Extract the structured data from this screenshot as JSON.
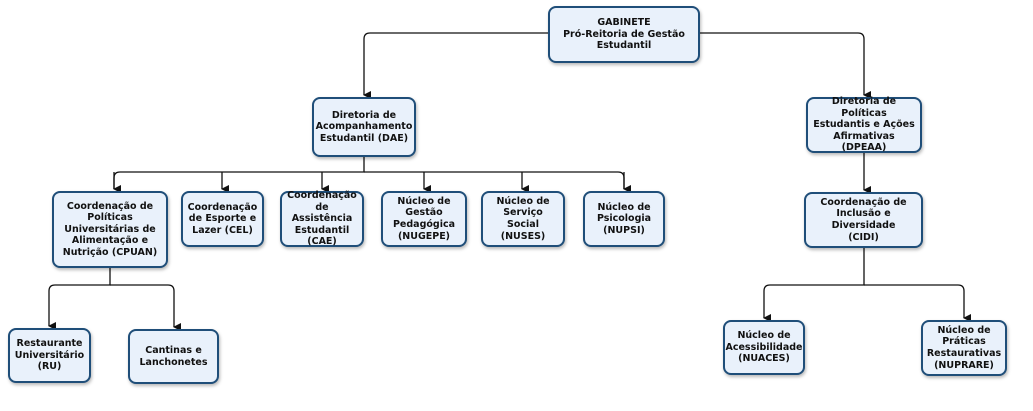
{
  "colors": {
    "box_fill": "#e9f1fb",
    "box_border": "#1f4e79",
    "connector": "#111111",
    "text": "#111111"
  },
  "nodes": {
    "gabinete": "GABINETE\nPró-Reitoria de Gestão\nEstudantil",
    "dae": "Diretoria de\nAcompanhamento\nEstudantil (DAE)",
    "dpeaa": "Diretoria de Políticas\nEstudantis e Ações\nAfirmativas (DPEAA)",
    "cpuan": "Coordenação de\nPolíticas\nUniversitárias de\nAlimentação e\nNutrição (CPUAN)",
    "cel": "Coordenação\nde Esporte e\nLazer (CEL)",
    "cae": "Coordenação\nde Assistência\nEstudantil\n(CAE)",
    "nugepe": "Núcleo de\nGestão\nPedagógica\n(NUGEPE)",
    "nuses": "Núcleo de\nServiço Social\n(NUSES)",
    "nupsi": "Núcleo de\nPsicologia\n(NUPSI)",
    "cidi": "Coordenação de\nInclusão e Diversidade\n(CIDI)",
    "ru": "Restaurante\nUniversitário\n(RU)",
    "cantinas": "Cantinas e\nLanchonetes",
    "nuaces": "Núcleo de\nAcessibilidade\n(NUACES)",
    "nuprare": "Núcleo de\nPráticas\nRestaurativas\n(NUPRARE)"
  }
}
